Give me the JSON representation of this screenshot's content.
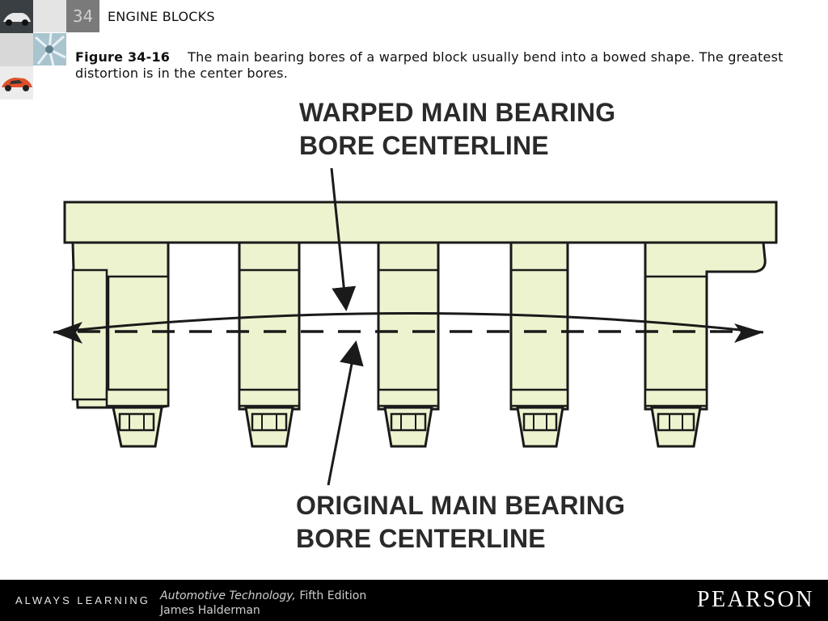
{
  "header": {
    "chapter_number": "34",
    "chapter_title": "ENGINE BLOCKS"
  },
  "caption": {
    "figure_label": "Figure 34-16",
    "text": "The main bearing bores of a warped block usually bend into a bowed shape. The greatest distortion is in the center bores."
  },
  "diagram": {
    "label_warped_line1": "WARPED MAIN BEARING",
    "label_warped_line2": "BORE CENTERLINE",
    "label_original_line1": "ORIGINAL MAIN BEARING",
    "label_original_line2": "BORE CENTERLINE",
    "block_fill": "#eef3cf",
    "outline_color": "#1a1a1a"
  },
  "footer": {
    "slogan": "ALWAYS LEARNING",
    "book_title": "Automotive Technology,",
    "book_edition": "Fifth Edition",
    "author": "James Halderman",
    "brand": "PEARSON"
  }
}
